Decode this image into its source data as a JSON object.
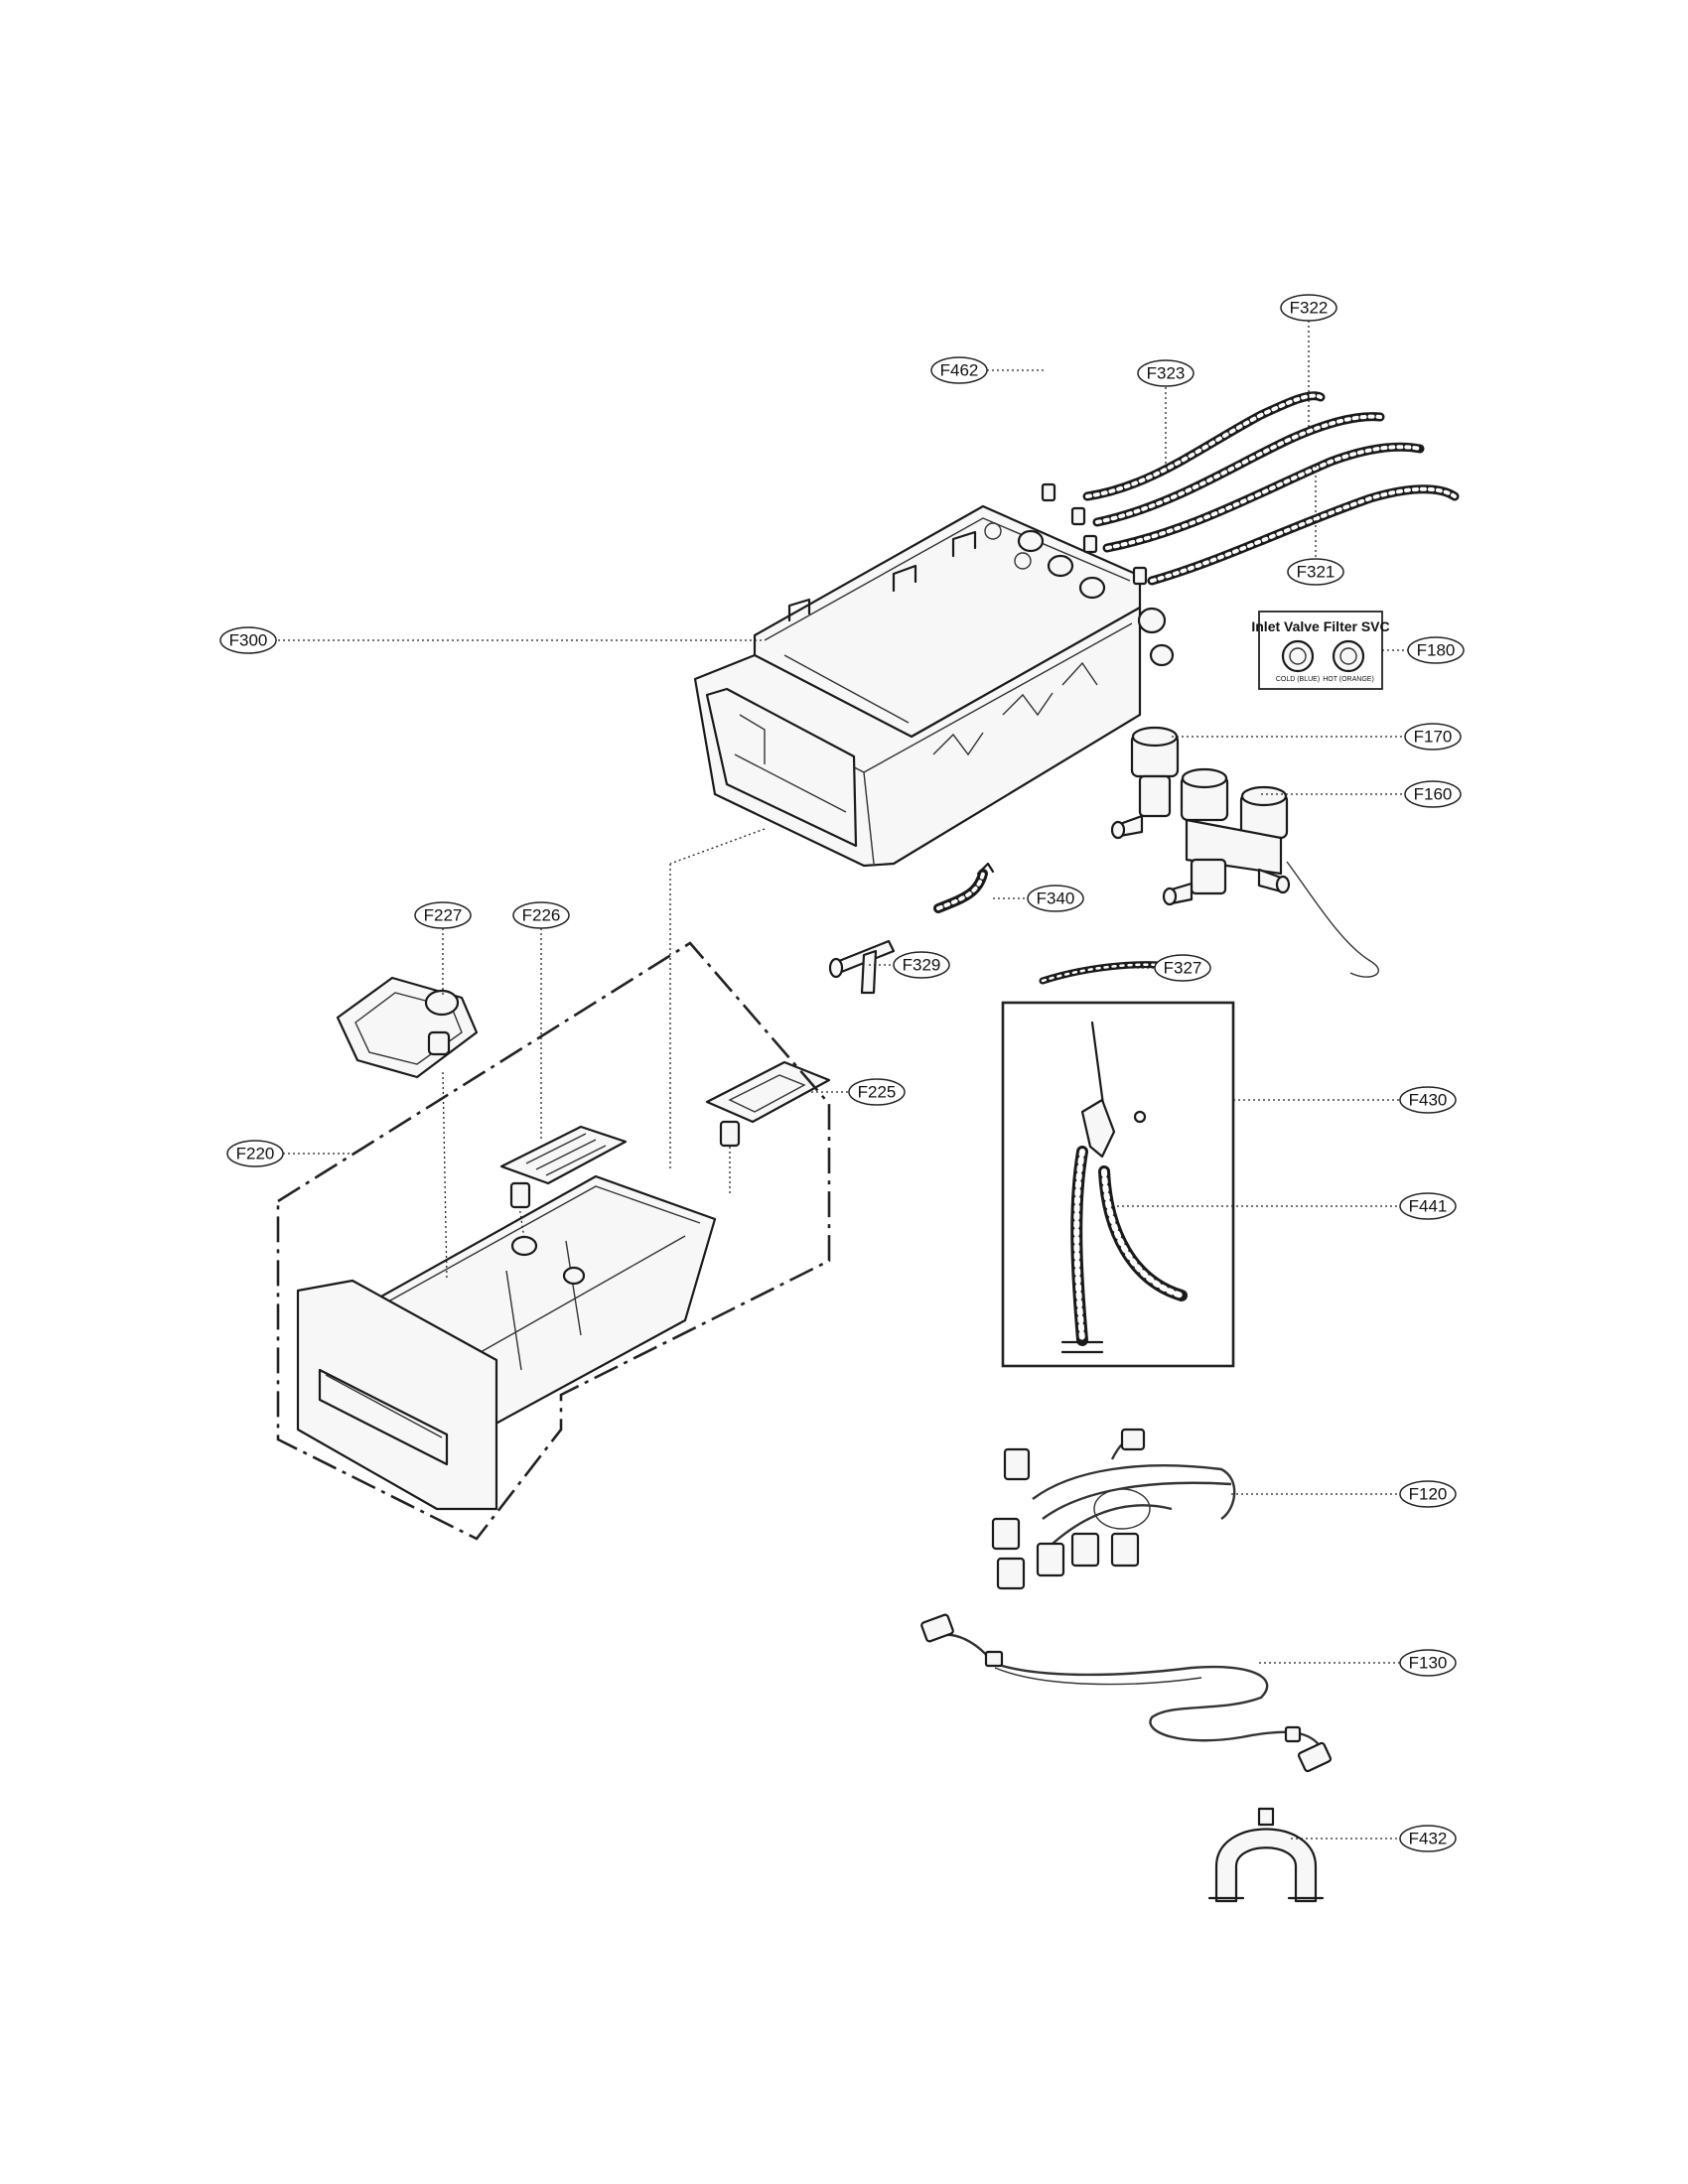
{
  "labels": {
    "F322": "F322",
    "F323": "F323",
    "F462": "F462",
    "F321": "F321",
    "F300": "F300",
    "F180": "F180",
    "F170": "F170",
    "F160": "F160",
    "F340": "F340",
    "F329": "F329",
    "F327": "F327",
    "F227": "F227",
    "F226": "F226",
    "F225": "F225",
    "F220": "F220",
    "F430": "F430",
    "F441": "F441",
    "F120": "F120",
    "F130": "F130",
    "F432": "F432"
  },
  "filter_kit": {
    "title": "Inlet Valve Filter SVC",
    "cold_label": "COLD (BLUE)",
    "hot_label": "HOT (ORANGE)"
  }
}
